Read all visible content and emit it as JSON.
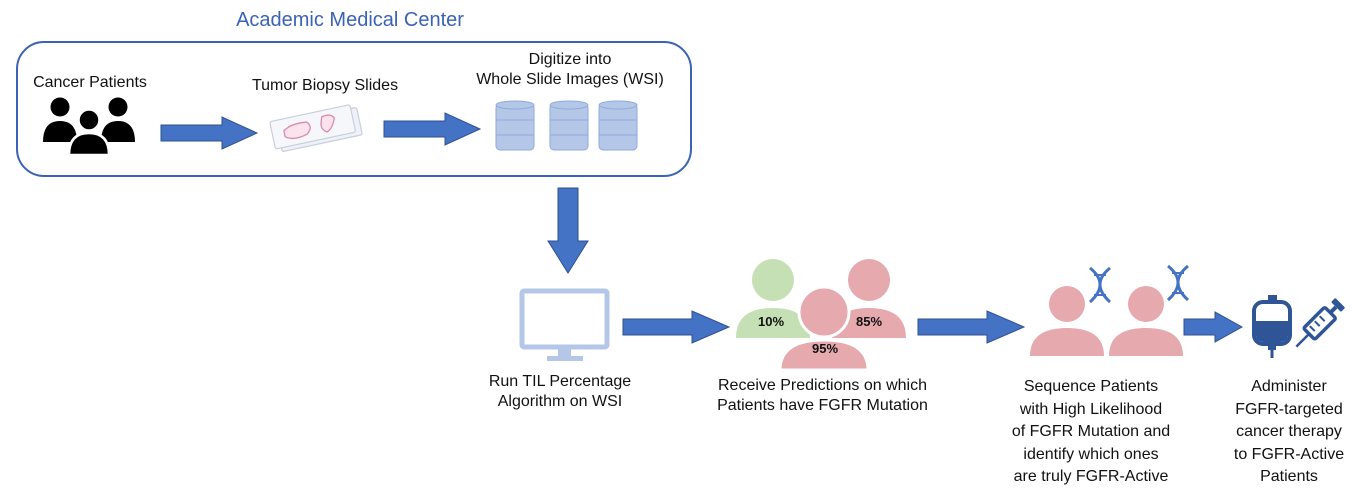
{
  "title": "Academic Medical Center",
  "steps": {
    "cancer_patients": "Cancer Patients",
    "tumor_biopsy_slides": "Tumor Biopsy Slides",
    "digitize_line1": "Digitize into",
    "digitize_line2": "Whole Slide Images (WSI)",
    "run_line1": "Run TIL Percentage",
    "run_line2": "Algorithm on WSI",
    "receive_line1": "Receive Predictions on which",
    "receive_line2": "Patients have FGFR Mutation",
    "sequence_lines": [
      "Sequence Patients",
      "with High Likelihood",
      "of FGFR Mutation and",
      "identify which ones",
      "are truly FGFR-Active"
    ],
    "administer_lines": [
      "Administer",
      "FGFR-targeted",
      "cancer therapy",
      "to FGFR-Active",
      "Patients"
    ]
  },
  "predictions": {
    "green": "10%",
    "center": "95%",
    "right": "85%"
  },
  "colors": {
    "title": "#3a63b5",
    "arrow": "#4472c4",
    "arrow_edge": "#2f528f",
    "db": "#b4c7e7",
    "db_edge": "#8faadc",
    "person_green": "#c5e0b4",
    "person_pink": "#e6a9ae",
    "dna": "#4472c4"
  }
}
